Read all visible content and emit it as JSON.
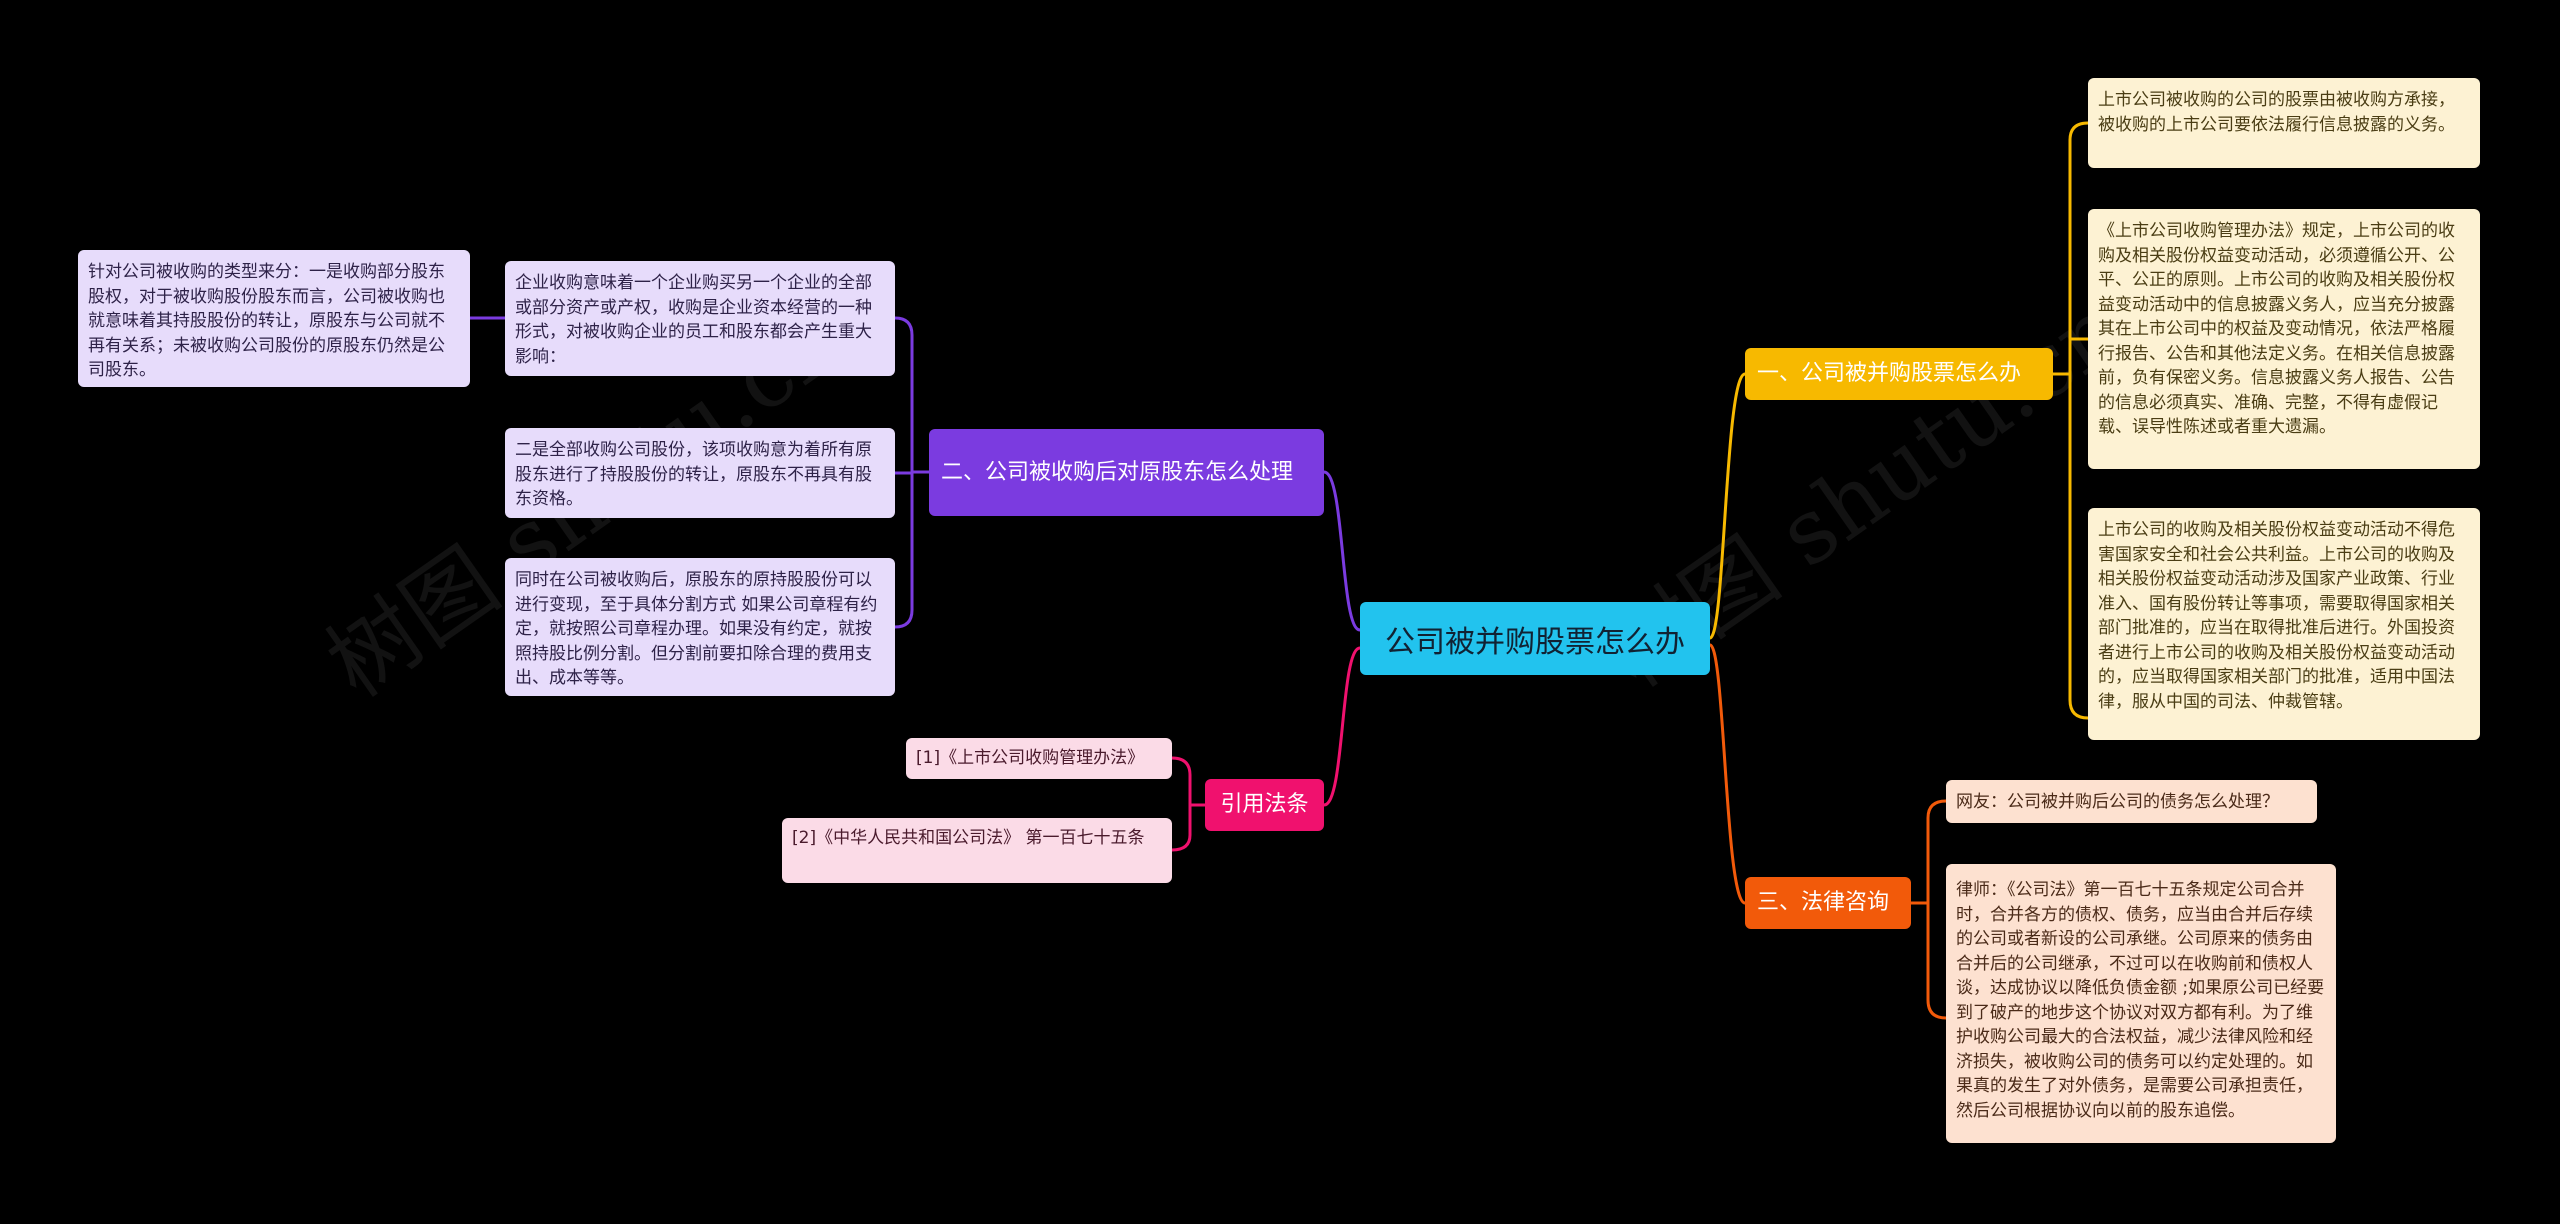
{
  "center": {
    "label": "公司被并购股票怎么办"
  },
  "branches": [
    {
      "label": "一、公司被并购股票怎么办",
      "color": "#f7b900",
      "children": [
        "上市公司被收购的公司的股票由被收购方承接，被收购的上市公司要依法履行信息披露的义务。",
        "《上市公司收购管理办法》规定，上市公司的收购及相关股份权益变动活动，必须遵循公开、公平、公正的原则。上市公司的收购及相关股份权益变动活动中的信息披露义务人，应当充分披露其在上市公司中的权益及变动情况，依法严格履行报告、公告和其他法定义务。在相关信息披露前，负有保密义务。信息披露义务人报告、公告的信息必须真实、准确、完整，不得有虚假记载、误导性陈述或者重大遗漏。",
        "上市公司的收购及相关股份权益变动活动不得危害国家安全和社会公共利益。上市公司的收购及相关股份权益变动活动涉及国家产业政策、行业准入、国有股份转让等事项，需要取得国家相关部门批准的，应当在取得批准后进行。外国投资者进行上市公司的收购及相关股份权益变动活动的，应当取得国家相关部门的批准，适用中国法律，服从中国的司法、仲裁管辖。"
      ]
    },
    {
      "label": "二、公司被收购后对原股东怎么处理",
      "color": "#7b3be0",
      "children": [
        "企业收购意味着一个企业购买另一个企业的全部或部分资产或产权，收购是企业资本经营的一种形式，对被收购企业的员工和股东都会产生重大影响：",
        "二是全部收购公司股份，该项收购意为着所有原股东进行了持股股份的转让，原股东不再具有股东资格。",
        "同时在公司被收购后，原股东的原持股股份可以进行变现，至于具体分割方式 如果公司章程有约定，就按照公司章程办理。如果没有约定，就按照持股比例分割。但分割前要扣除合理的费用支出、成本等等。"
      ],
      "grandchild": "针对公司被收购的类型来分：一是收购部分股东股权，对于被收购股份股东而言，公司被收购也就意味着其持股股份的转让，原股东与公司就不再有关系；未被收购公司股份的原股东仍然是公司股东。"
    },
    {
      "label": "三、法律咨询",
      "color": "#f25a0a",
      "children": [
        "网友：公司被并购后公司的债务怎么处理？",
        "律师：《公司法》第一百七十五条规定公司合并时，合并各方的债权、债务，应当由合并后存续的公司或者新设的公司承继。公司原来的债务由合并后的公司继承，不过可以在收购前和债权人谈，达成协议以降低负债金额 ;如果原公司已经要到了破产的地步这个协议对双方都有利。为了维护收购公司最大的合法权益，减少法律风险和经济损失，被收购公司的债务可以约定处理的。如果真的发生了对外债务，是需要公司承担责任，然后公司根据协议向以前的股东追偿。"
      ]
    },
    {
      "label": "引用法条",
      "color": "#f0116e",
      "children": [
        "[1]《上市公司收购管理办法》",
        "[2]《中华人民共和国公司法》 第一百七十五条"
      ]
    }
  ],
  "watermark": "树图 shutu.cn"
}
